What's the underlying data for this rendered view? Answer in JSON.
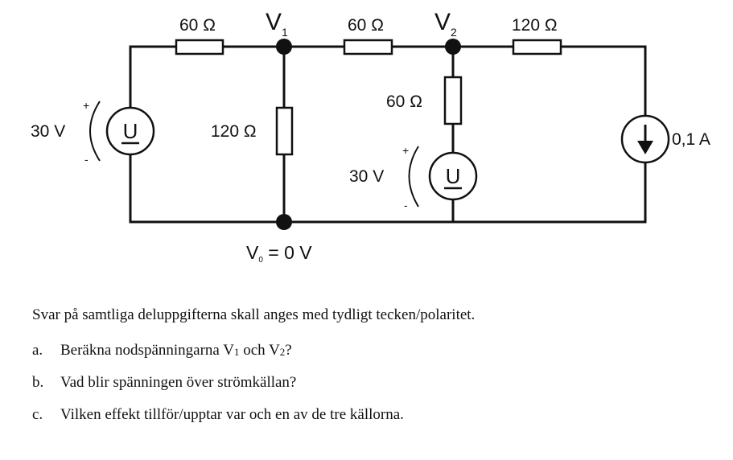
{
  "circuit": {
    "r_top_left": "60 Ω",
    "r_top_mid": "60 Ω",
    "r_top_right": "120 Ω",
    "r_vert_v1": "120 Ω",
    "r_vert_v2": "60 Ω",
    "node1": {
      "main": "V",
      "sub": "1"
    },
    "node2": {
      "main": "V",
      "sub": "2"
    },
    "node0": {
      "main": "V",
      "sub": "0",
      "rest": " = 0 V"
    },
    "source_left": {
      "value": "30 V",
      "symbol": "U",
      "plus": "+",
      "minus": "-"
    },
    "source_mid": {
      "value": "30 V",
      "symbol": "U",
      "plus": "+",
      "minus": "-"
    },
    "current_source": {
      "value": "0,1 A"
    }
  },
  "intro": "Svar på samtliga deluppgifterna skall anges med tydligt tecken/polaritet.",
  "questions": [
    {
      "key": "a.",
      "text": "Beräkna nodspänningarna V",
      "sub1": "1",
      "mid": " och V",
      "sub2": "2",
      "end": "?"
    },
    {
      "key": "b.",
      "text": "Vad blir spänningen över strömkällan?"
    },
    {
      "key": "c.",
      "text": "Vilken effekt tillför/upptar var och en av de tre källorna."
    }
  ]
}
